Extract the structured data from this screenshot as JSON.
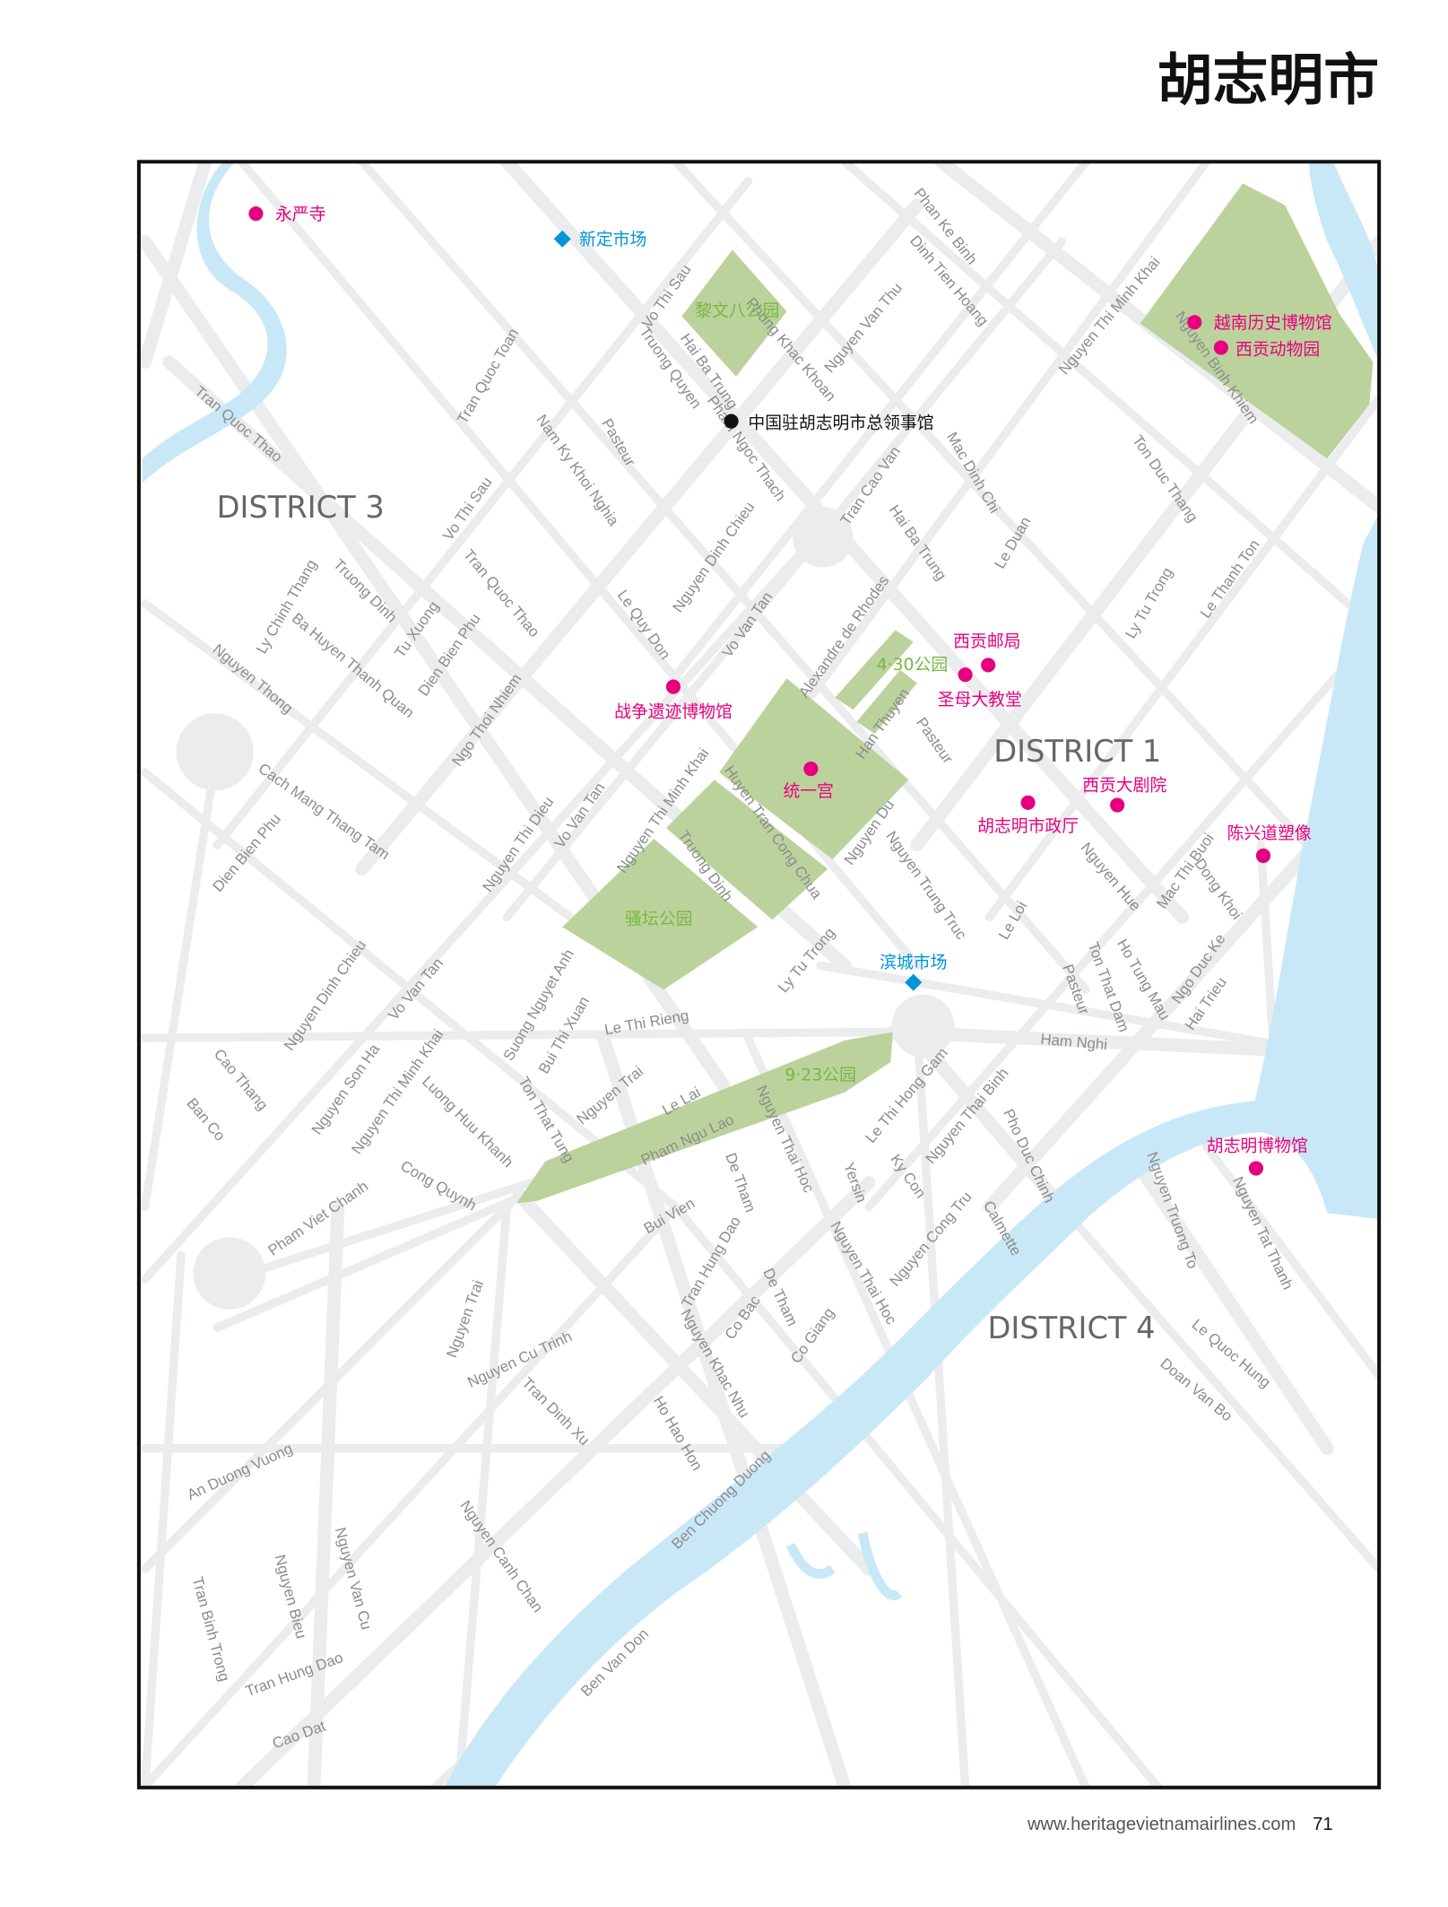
{
  "title": "胡志明市",
  "footer": {
    "url": "www.heritagevietnamairlines.com",
    "page": "71"
  },
  "colors": {
    "poi": "#e6007e",
    "market": "#0095d9",
    "park": "#bcd29c",
    "water": "#c8e8f8",
    "road": "#ebeced"
  },
  "districts": [
    "DISTRICT 3",
    "DISTRICT 1",
    "DISTRICT 4"
  ],
  "pois": [
    "永严寺",
    "越南历史博物馆",
    "西贡动物园",
    "战争遗迹博物馆",
    "西贡邮局",
    "圣母大教堂",
    "统一宫",
    "西贡大剧院",
    "胡志明市政厅",
    "陈兴道塑像",
    "胡志明博物馆"
  ],
  "markets": [
    "新定市场",
    "滨城市场"
  ],
  "consulate": "中国驻胡志明市总领事馆",
  "parks": [
    "黎文八公园",
    "4·30公园",
    "骚坛公园",
    "9·23公园"
  ],
  "streets": [
    "Phan Ke Binh",
    "Dinh Tien Hoang",
    "Nguyen Van Thu",
    "Nguyen Thi Minh Khai",
    "Nguyen Binh Khiem",
    "Vo Thi Sau",
    "Hai Ba Trung",
    "Truong Quyen",
    "Phung Khac Khoan",
    "Mac Dinh Chi",
    "Tran Quoc Toan",
    "Tran Quoc Thao",
    "Nam Ky Khoi Nghia",
    "Pasteur",
    "Pham Ngoc Thach",
    "Tran Cao Van",
    "Hai Ba Trung",
    "Le Duan",
    "Ton Duc Thang",
    "Ly Tu Trong",
    "Le Thanh Ton",
    "Vo Thi Sau",
    "Tran Quoc Thao",
    "Nguyen Dinh Chieu",
    "Le Quy Don",
    "Vo Van Tan",
    "Alexandre de Rhodes",
    "Han Thuyen",
    "Pasteur",
    "Ly Chinh Thang",
    "Truong Dinh",
    "Tu Xuong",
    "Ba Huyen Thanh Quan",
    "Dien Bien Phu",
    "Nguyen Thong",
    "Ngo Thoi Nhiem",
    "Cach Mang Thang Tam",
    "Dien Bien Phu",
    "Nguyen Thi Dieu",
    "Vo Van Tan",
    "Nguyen Thi Minh Khai",
    "Huyen Tran Cong Chua",
    "Truong Dinh",
    "Nguyen Du",
    "Nguyen Trung Truc",
    "Le Loi",
    "Nguyen Hue",
    "Mac Thi Buoi",
    "Dong Khoi",
    "Ho Tung Mau",
    "Ton That Dam",
    "Pasteur",
    "Ngo Duc Ke",
    "Hai Trieu",
    "Ham Nghi",
    "Ly Tu Trong",
    "Le Thi Rieng",
    "Nguyen Dinh Chieu",
    "Vo Van Tan",
    "Suong Nguyet Anh",
    "Bui Thi Xuan",
    "Ton That Tung",
    "Nguyen Trai",
    "Cao Thang",
    "Ban Co",
    "Nguyen Son Ha",
    "Nguyen Thi Minh Khai",
    "Luong Huu Khanh",
    "Le Lai",
    "Nguyen Thai Hoc",
    "Le Thi Hong Gam",
    "Nguyen Thai Binh",
    "Pho Duc Chinh",
    "Yersin",
    "Ky Con",
    "Pham Ngu Lao",
    "De Tham",
    "Cong Quynh",
    "Pham Viet Chanh",
    "Bui Vien",
    "Nguyen Cong Tru",
    "Calmette",
    "Nguyen Thai Hoc",
    "Tran Hung Dao",
    "Co Bac",
    "De Tham",
    "Co Giang",
    "Nguyen Khac Nhu",
    "Nguyen Truong To",
    "Nguyen Tat Thanh",
    "Le Quoc Hung",
    "Doan Van Bo",
    "Nguyen Trai",
    "Nguyen Cu Trinh",
    "Tran Dinh Xu",
    "Ho Hao Hon",
    "Ben Chuong Duong",
    "An Duong Vuong",
    "Nguyen Canh Chan",
    "Nguyen Van Cu",
    "Nguyen Bieu",
    "Tran Binh Trong",
    "Tran Hung Dao",
    "Cao Dat",
    "Ben Van Don"
  ]
}
